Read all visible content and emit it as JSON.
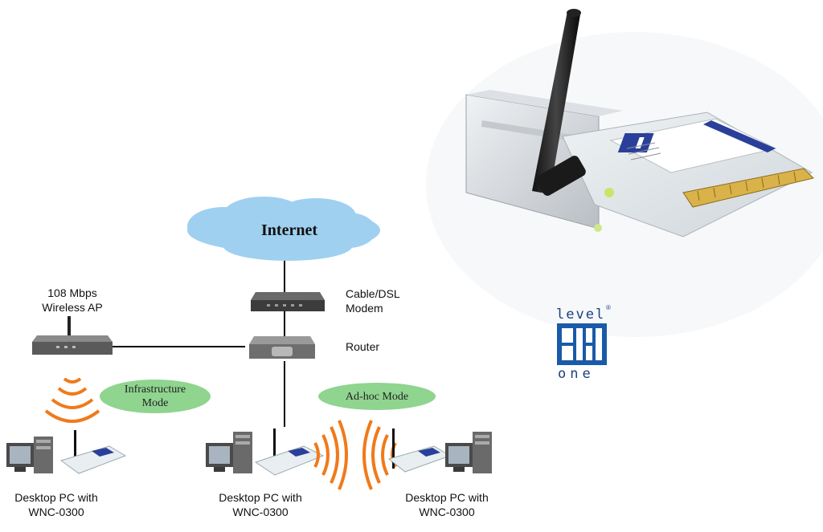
{
  "cloud_label": "Internet",
  "modem_label": [
    "Cable/DSL",
    "Modem"
  ],
  "router_label": "Router",
  "ap_label": [
    "108 Mbps",
    "Wireless AP"
  ],
  "infra_bubble": [
    "Infrastructure",
    "Mode"
  ],
  "adhoc_bubble": "Ad-hoc Mode",
  "pc_caption_line1": "Desktop PC with",
  "pc_caption_line2": "WNC-0300",
  "logo": {
    "top": "level",
    "bottom": "one",
    "mark": "®"
  },
  "card_brand_text": "LevelOne",
  "colors": {
    "cloud": "#9fd0f0",
    "bubble": "#8fd48f",
    "waves": "#f07a1a",
    "logo_blue": "#1a5aa8"
  }
}
